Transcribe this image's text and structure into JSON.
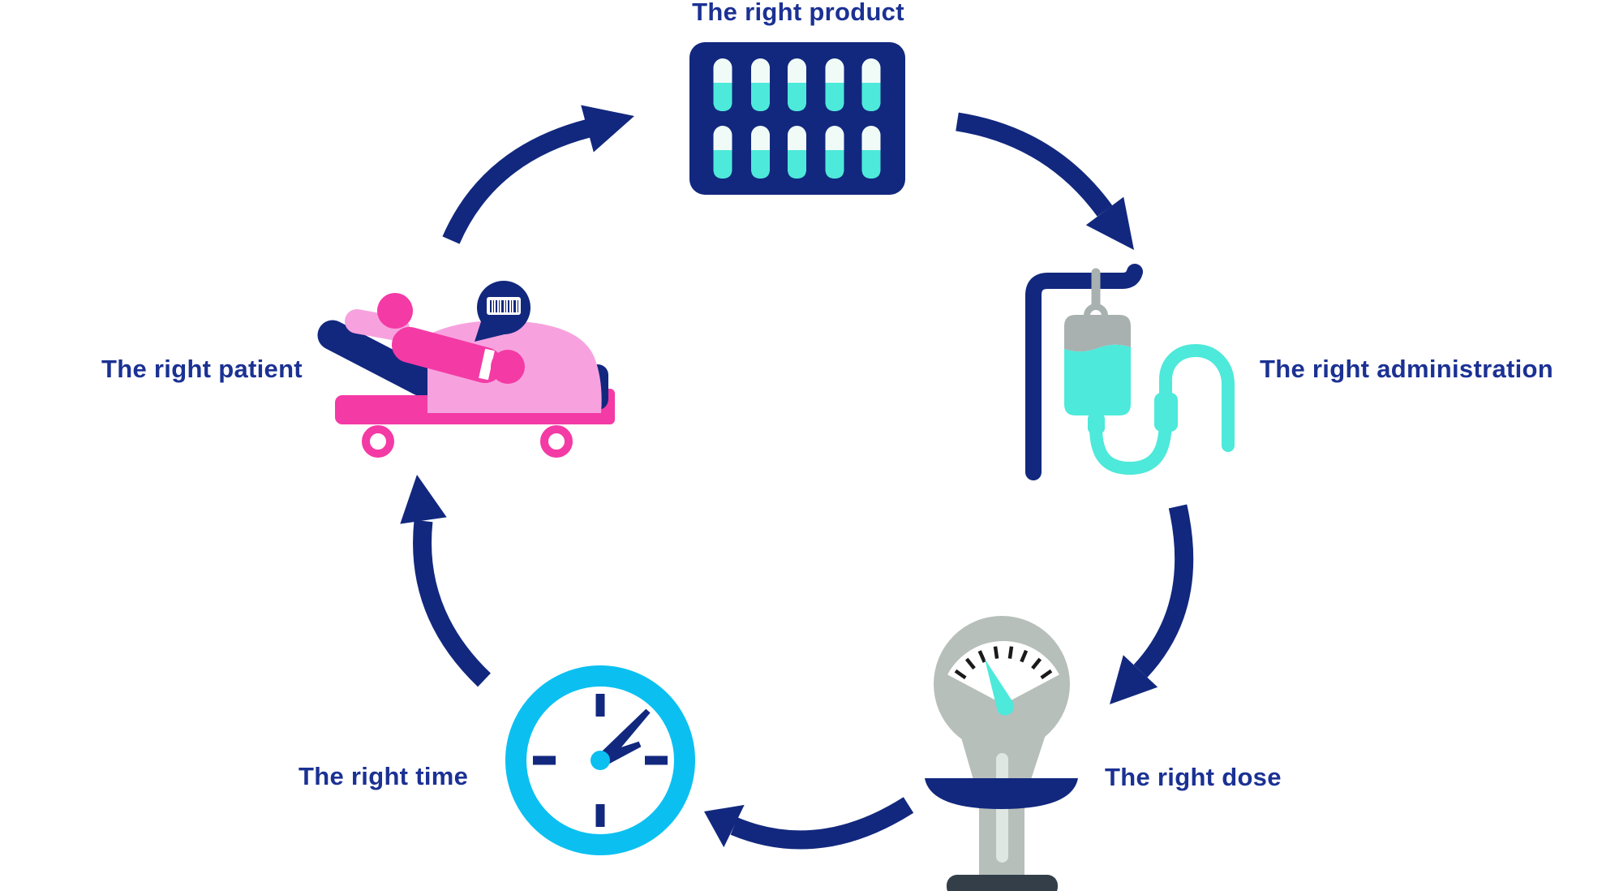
{
  "diagram": {
    "type": "cycle",
    "steps": [
      {
        "label": "The right product",
        "icon": "pill-blister-pack-icon"
      },
      {
        "label": "The right administration",
        "icon": "iv-drip-icon"
      },
      {
        "label": "The right dose",
        "icon": "weighing-scale-icon"
      },
      {
        "label": "The right time",
        "icon": "clock-icon"
      },
      {
        "label": "The right patient",
        "icon": "patient-in-bed-icon"
      }
    ],
    "colors": {
      "navy": "#12287e",
      "label_navy": "#1b3193",
      "cyan": "#0bc0f1",
      "turquoise": "#4de9da",
      "mint": "#f0fbf8",
      "magenta": "#f43aa5",
      "light_pink": "#f7a2de",
      "gray": "#a8b1b0",
      "scale_gray": "#b7bfba",
      "dark_slate": "#333e48",
      "background": "#ffffff"
    }
  }
}
